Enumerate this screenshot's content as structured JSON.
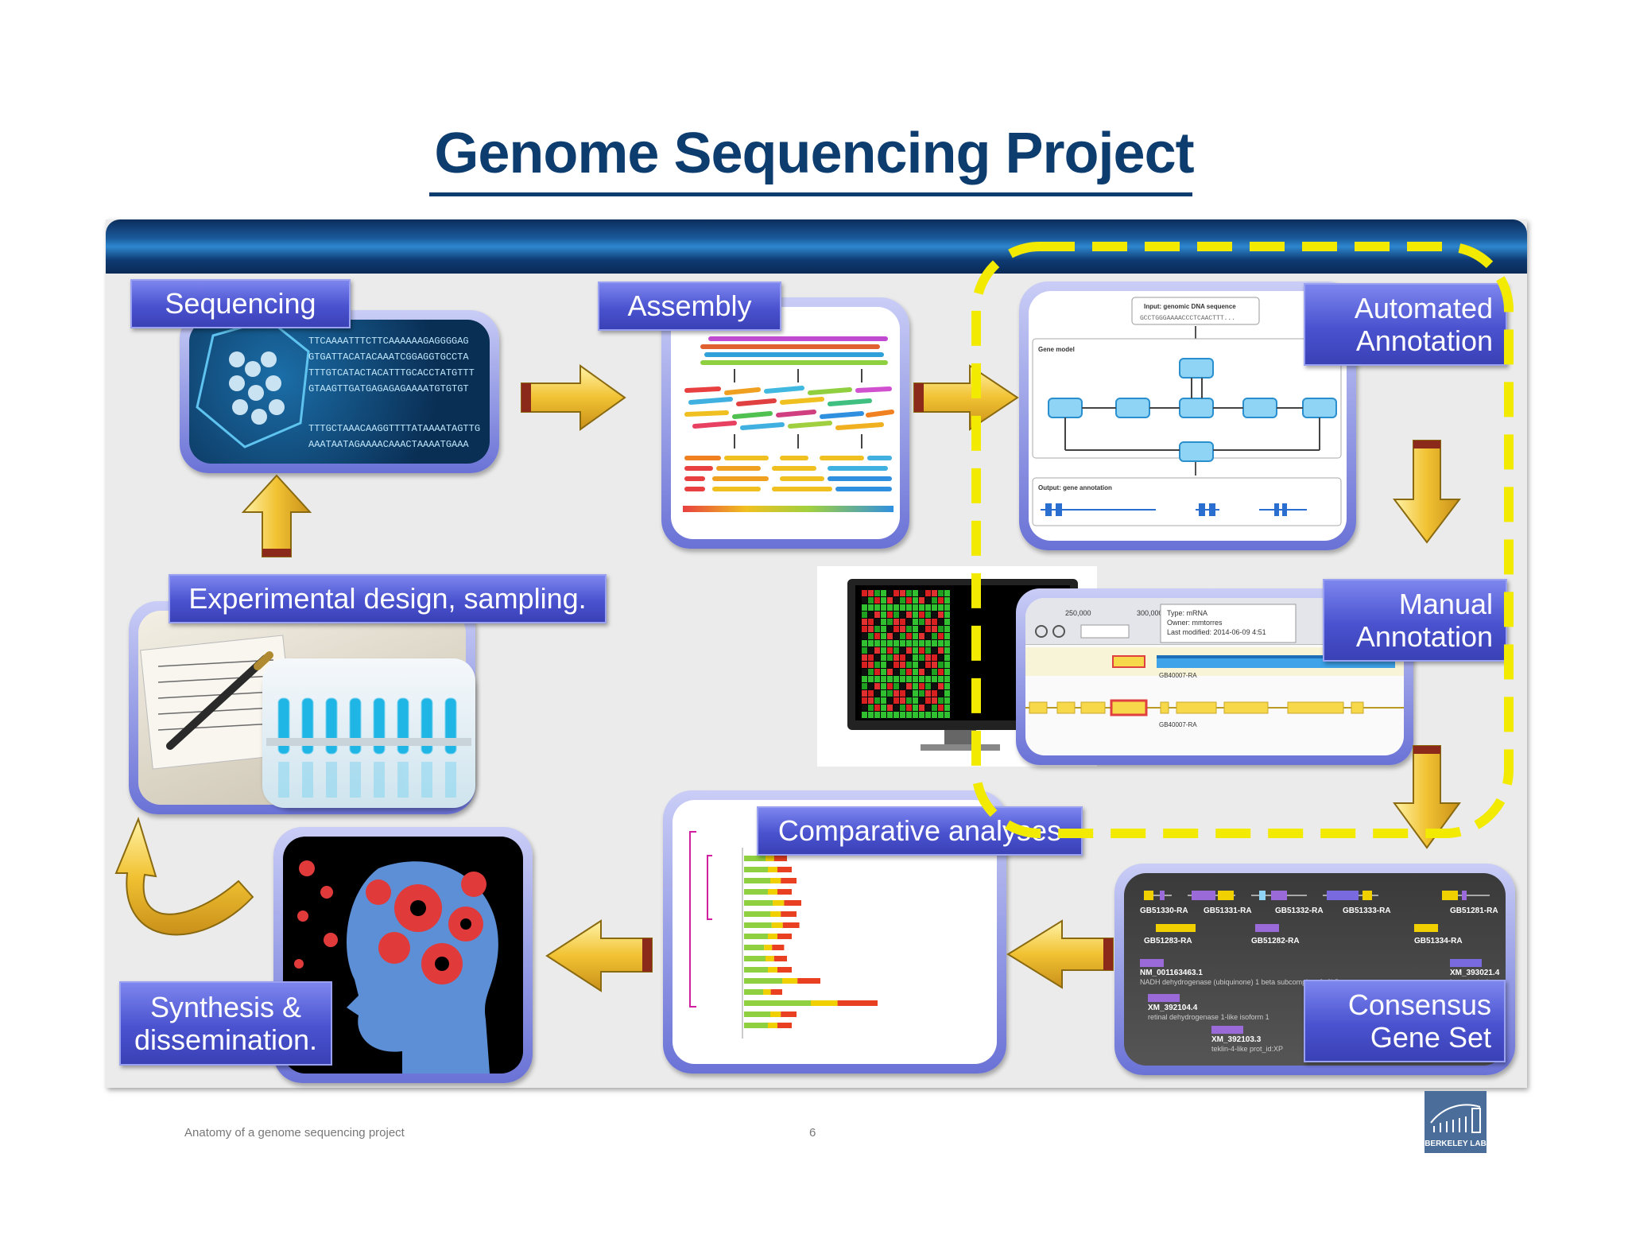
{
  "title": "Genome Sequencing Project",
  "steps": {
    "sequencing": "Sequencing",
    "assembly": "Assembly",
    "automated_annotation": "Automated\nAnnotation",
    "manual_annotation": "Manual\nAnnotation",
    "consensus": "Consensus\nGene Set",
    "comparative": "Comparative analyses",
    "synthesis": "Synthesis &\ndissemination.",
    "experimental": "Experimental design, sampling."
  },
  "footer": {
    "caption": "Anatomy of a genome sequencing project",
    "page_number": "6",
    "logo_text": "BERKELEY LAB"
  },
  "colors": {
    "title": "#0d3c6e",
    "label_blue": "#4a52cf",
    "highlight_dash": "#f2ea00",
    "arrow_yellow": "#f1c232"
  }
}
